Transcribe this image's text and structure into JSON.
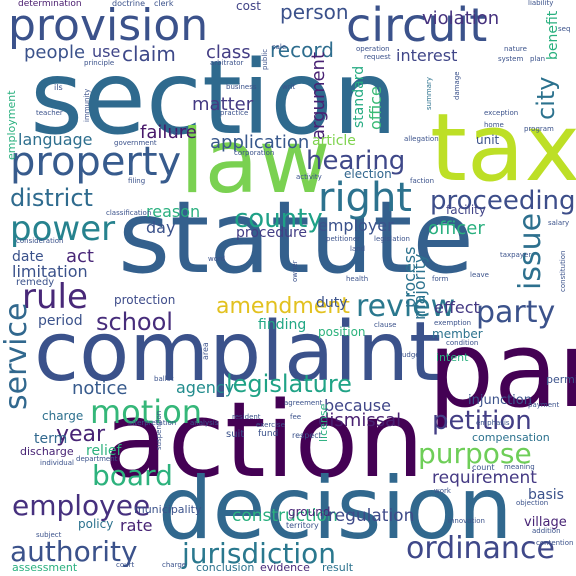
{
  "words": [
    {
      "text": "section",
      "color": "#2f6a8e"
    },
    {
      "text": "statute",
      "color": "#34608d"
    },
    {
      "text": "action",
      "color": "#440154"
    },
    {
      "text": "complaint",
      "color": "#3b528b"
    },
    {
      "text": "decision",
      "color": "#31688e"
    },
    {
      "text": "law",
      "color": "#7ad151"
    },
    {
      "text": "tax",
      "color": "#bddf26"
    },
    {
      "text": "par",
      "color": "#440154"
    },
    {
      "text": "provision",
      "color": "#3b528b"
    },
    {
      "text": "circuit",
      "color": "#3b528b"
    },
    {
      "text": "property",
      "color": "#375b8d"
    },
    {
      "text": "right",
      "color": "#2c728e"
    },
    {
      "text": "hearing",
      "color": "#3f4889"
    },
    {
      "text": "district",
      "color": "#2f6b8e"
    },
    {
      "text": "power",
      "color": "#26828e"
    },
    {
      "text": "county",
      "color": "#1fa187"
    },
    {
      "text": "proceeding",
      "color": "#3d4e8a"
    },
    {
      "text": "issue",
      "color": "#2d708e"
    },
    {
      "text": "rule",
      "color": "#482878"
    },
    {
      "text": "review",
      "color": "#2a788e"
    },
    {
      "text": "school",
      "color": "#472d7b"
    },
    {
      "text": "amendment",
      "color": "#e2c11f"
    },
    {
      "text": "party",
      "color": "#3b528b"
    },
    {
      "text": "service",
      "color": "#31688e"
    },
    {
      "text": "motion",
      "color": "#35b779"
    },
    {
      "text": "legislature",
      "color": "#20a386"
    },
    {
      "text": "petition",
      "color": "#433e85"
    },
    {
      "text": "purpose",
      "color": "#6ece58"
    },
    {
      "text": "board",
      "color": "#2db27d"
    },
    {
      "text": "employee",
      "color": "#46307e"
    },
    {
      "text": "authority",
      "color": "#3b528b"
    },
    {
      "text": "jurisdiction",
      "color": "#2a788e"
    },
    {
      "text": "ordinance",
      "color": "#3f4889"
    },
    {
      "text": "requirement",
      "color": "#443983"
    },
    {
      "text": "construction",
      "color": "#2ab07f"
    },
    {
      "text": "regulation",
      "color": "#3e4a89"
    },
    {
      "text": "year",
      "color": "#482475"
    },
    {
      "text": "notice",
      "color": "#375a8c"
    },
    {
      "text": "dismissal",
      "color": "#481f70"
    },
    {
      "text": "because",
      "color": "#404688"
    },
    {
      "text": "agency",
      "color": "#228c8d"
    },
    {
      "text": "city",
      "color": "#2c728e"
    },
    {
      "text": "person",
      "color": "#3b518b"
    },
    {
      "text": "record",
      "color": "#2e6d8e"
    },
    {
      "text": "violation",
      "color": "#46327e"
    },
    {
      "text": "claim",
      "color": "#3e4989"
    },
    {
      "text": "class",
      "color": "#433d84"
    },
    {
      "text": "use",
      "color": "#404588"
    },
    {
      "text": "people",
      "color": "#3b528b"
    },
    {
      "text": "interest",
      "color": "#404688"
    },
    {
      "text": "argument",
      "color": "#482173"
    },
    {
      "text": "matter",
      "color": "#443a83"
    },
    {
      "text": "failure",
      "color": "#48186a"
    },
    {
      "text": "language",
      "color": "#2e6f8e"
    },
    {
      "text": "application",
      "color": "#38588c"
    },
    {
      "text": "article",
      "color": "#7fd34e"
    },
    {
      "text": "election",
      "color": "#31668e"
    },
    {
      "text": "employer",
      "color": "#3b528b"
    },
    {
      "text": "officer",
      "color": "#2ab07f"
    },
    {
      "text": "reason",
      "color": "#2ab07f"
    },
    {
      "text": "day",
      "color": "#3b528b"
    },
    {
      "text": "act",
      "color": "#482677"
    },
    {
      "text": "date",
      "color": "#3b528b"
    },
    {
      "text": "limitation",
      "color": "#3b528b"
    },
    {
      "text": "process",
      "color": "#2c728e"
    },
    {
      "text": "majority",
      "color": "#2c728e"
    },
    {
      "text": "effect",
      "color": "#443983"
    },
    {
      "text": "period",
      "color": "#3b528b"
    },
    {
      "text": "finding",
      "color": "#22a785"
    },
    {
      "text": "protection",
      "color": "#3e4c8a"
    },
    {
      "text": "charge",
      "color": "#2d708e"
    },
    {
      "text": "term",
      "color": "#31688e"
    },
    {
      "text": "relief",
      "color": "#2db27d"
    },
    {
      "text": "injunction",
      "color": "#3b528b"
    },
    {
      "text": "compensation",
      "color": "#2c728e"
    },
    {
      "text": "basis",
      "color": "#3b528b"
    },
    {
      "text": "rate",
      "color": "#482475"
    },
    {
      "text": "village",
      "color": "#482475"
    },
    {
      "text": "policy",
      "color": "#2c728e"
    },
    {
      "text": "position",
      "color": "#2db27d"
    },
    {
      "text": "member",
      "color": "#2c728e"
    },
    {
      "text": "duty",
      "color": "#3b528b"
    },
    {
      "text": "procedure",
      "color": "#433e85"
    },
    {
      "text": "facility",
      "color": "#414487"
    },
    {
      "text": "office",
      "color": "#3aba76"
    },
    {
      "text": "standard",
      "color": "#25ab82"
    },
    {
      "text": "benefit",
      "color": "#2ab07f"
    },
    {
      "text": "unit",
      "color": "#3b528b"
    },
    {
      "text": "cost",
      "color": "#414487"
    },
    {
      "text": "determination",
      "color": "#481b6d"
    },
    {
      "text": "employment",
      "color": "#2ab07f"
    },
    {
      "text": "conclusion",
      "color": "#2c728e"
    },
    {
      "text": "evidence",
      "color": "#482878"
    },
    {
      "text": "result",
      "color": "#2c728e"
    },
    {
      "text": "assessment",
      "color": "#2ab07f"
    },
    {
      "text": "ground",
      "color": "#482475"
    },
    {
      "text": "municipality",
      "color": "#3b528b"
    },
    {
      "text": "discharge",
      "color": "#482475"
    },
    {
      "text": "license",
      "color": "#2ab07f"
    },
    {
      "text": "remedy",
      "color": "#3b528b"
    },
    {
      "text": "suit",
      "color": "#3b528b"
    },
    {
      "text": "exception",
      "color": "#3b528b"
    },
    {
      "text": "doctrine",
      "color": "#3b528b"
    },
    {
      "text": "clerk",
      "color": "#3b528b"
    },
    {
      "text": "liability",
      "color": "#3b528b"
    },
    {
      "text": "seq",
      "color": "#3b528b"
    },
    {
      "text": "principle",
      "color": "#3b528b"
    },
    {
      "text": "arbitrator",
      "color": "#3b528b"
    },
    {
      "text": "public",
      "color": "#3b528b"
    },
    {
      "text": "sale",
      "color": "#3b528b"
    },
    {
      "text": "operation",
      "color": "#3b528b"
    },
    {
      "text": "request",
      "color": "#3b528b"
    },
    {
      "text": "nature",
      "color": "#3b528b"
    },
    {
      "text": "system",
      "color": "#3b528b"
    },
    {
      "text": "plan",
      "color": "#3b528b"
    },
    {
      "text": "writ",
      "color": "#3b528b"
    },
    {
      "text": "business",
      "color": "#3b528b"
    },
    {
      "text": "summary",
      "color": "#2c728e"
    },
    {
      "text": "damage",
      "color": "#3b528b"
    },
    {
      "text": "ils",
      "color": "#3b528b"
    },
    {
      "text": "immunity",
      "color": "#3b528b"
    },
    {
      "text": "teacher",
      "color": "#3b528b"
    },
    {
      "text": "practice",
      "color": "#3b528b"
    },
    {
      "text": "government",
      "color": "#3b528b"
    },
    {
      "text": "rel",
      "color": "#3b528b"
    },
    {
      "text": "corporation",
      "color": "#3b528b"
    },
    {
      "text": "allegation",
      "color": "#3b528b"
    },
    {
      "text": "home",
      "color": "#3b528b"
    },
    {
      "text": "program",
      "color": "#3b528b"
    },
    {
      "text": "activity",
      "color": "#3b528b"
    },
    {
      "text": "filing",
      "color": "#3b528b"
    },
    {
      "text": "faction",
      "color": "#3b528b"
    },
    {
      "text": "classification",
      "color": "#3b528b"
    },
    {
      "text": "consideration",
      "color": "#3b528b"
    },
    {
      "text": "petitioner",
      "color": "#3b528b"
    },
    {
      "text": "legislation",
      "color": "#3b528b"
    },
    {
      "text": "taxpayer",
      "color": "#3b528b"
    },
    {
      "text": "constitution",
      "color": "#3b528b"
    },
    {
      "text": "salary",
      "color": "#3b528b"
    },
    {
      "text": "word",
      "color": "#3b528b"
    },
    {
      "text": "land",
      "color": "#3b528b"
    },
    {
      "text": "health",
      "color": "#3b528b"
    },
    {
      "text": "form",
      "color": "#3b528b"
    },
    {
      "text": "owner",
      "color": "#3b528b"
    },
    {
      "text": "leave",
      "color": "#3b528b"
    },
    {
      "text": "clause",
      "color": "#3b528b"
    },
    {
      "text": "exemption",
      "color": "#3b528b"
    },
    {
      "text": "condition",
      "color": "#3b528b"
    },
    {
      "text": "intent",
      "color": "#2ab07f"
    },
    {
      "text": "judge",
      "color": "#3b528b"
    },
    {
      "text": "permit",
      "color": "#3b528b"
    },
    {
      "text": "area",
      "color": "#3b528b"
    },
    {
      "text": "ballot",
      "color": "#3b528b"
    },
    {
      "text": "resident",
      "color": "#3b528b"
    },
    {
      "text": "emphasis",
      "color": "#3b528b"
    },
    {
      "text": "payment",
      "color": "#3b528b"
    },
    {
      "text": "interpretation",
      "color": "#3b528b"
    },
    {
      "text": "analysis",
      "color": "#3b528b"
    },
    {
      "text": "exercise",
      "color": "#3b528b"
    },
    {
      "text": "agreement",
      "color": "#3b528b"
    },
    {
      "text": "fee",
      "color": "#3b528b"
    },
    {
      "text": "respect",
      "color": "#3b528b"
    },
    {
      "text": "fund",
      "color": "#3b528b"
    },
    {
      "text": "count",
      "color": "#3b528b"
    },
    {
      "text": "meaning",
      "color": "#3b528b"
    },
    {
      "text": "individual",
      "color": "#3b528b"
    },
    {
      "text": "department",
      "color": "#3b528b"
    },
    {
      "text": "subject",
      "color": "#3b528b"
    },
    {
      "text": "court",
      "color": "#3b528b"
    },
    {
      "text": "charge",
      "color": "#3b528b"
    },
    {
      "text": "innovation",
      "color": "#3b528b"
    },
    {
      "text": "contention",
      "color": "#3b528b"
    },
    {
      "text": "addition",
      "color": "#3b528b"
    },
    {
      "text": "objection",
      "color": "#3b528b"
    },
    {
      "text": "territory",
      "color": "#3b528b"
    },
    {
      "text": "work",
      "color": "#3b528b"
    },
    {
      "text": "suspension",
      "color": "#3b528b"
    }
  ]
}
